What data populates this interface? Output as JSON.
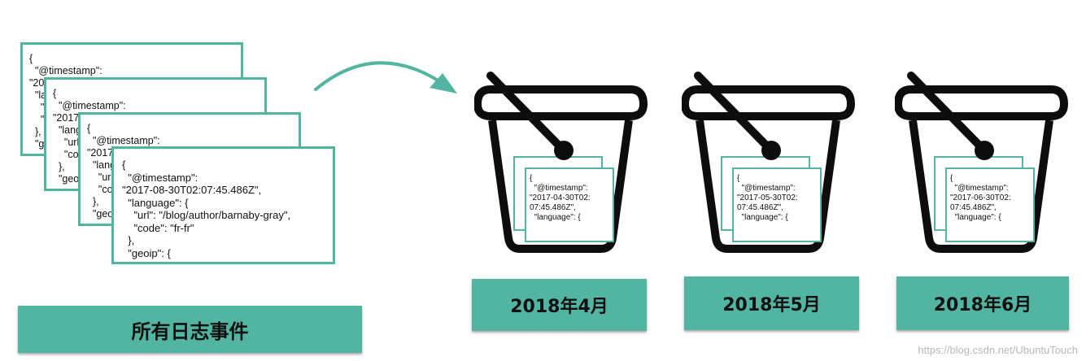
{
  "documents": {
    "back": [
      "{\n  \"@timestamp\":\n\"2017-08-30T02:07:45.486Z\",\n  \"language\": {\n    \"url\": \"/blog/author/barnaby-gray\",\n    \"code\": \"fr-fr\"\n  },\n  \"geoip\": {",
      "{\n  \"@timestamp\":\n\"2017-08-30T02:07:45.486Z\",\n  \"language\": {\n    \"url\": \"/blog/author/barnaby-gray\",\n    \"code\": \"fr-fr\"\n  },\n  \"geoip\": {",
      "{\n  \"@timestamp\":\n\"2017-08-30T02:07:45.486Z\",\n  \"language\": {\n    \"url\": \"/blog/author/barnaby-gray\",\n    \"code\": \"fr-fr\"\n  },\n  \"geoip\": {"
    ],
    "front": "{\n  \"@timestamp\":\n\"2017-08-30T02:07:45.486Z\",\n  \"language\": {\n    \"url\": \"/blog/author/barnaby-gray\",\n    \"code\": \"fr-fr\"\n  },\n  \"geoip\": {"
  },
  "all_events_label": "所有日志事件",
  "buckets": [
    {
      "label": "2018年4月",
      "doc_text": "{\n  \"@timestamp\":\n\"2017-04-30T02:\n07:45.486Z\",\n  \"language\": {"
    },
    {
      "label": "2018年5月",
      "doc_text": "{\n  \"@timestamp\":\n\"2017-05-30T02:\n07:45.486Z\",\n  \"language\": {"
    },
    {
      "label": "2018年6月",
      "doc_text": "{\n  \"@timestamp\":\n\"2017-06-30T02:\n07:45.486Z\",\n  \"language\": {"
    }
  ],
  "colors": {
    "accent": "#52b5a1",
    "outline": "#0d0d0d"
  },
  "watermark": "https://blog.csdn.net/UbuntuTouch"
}
